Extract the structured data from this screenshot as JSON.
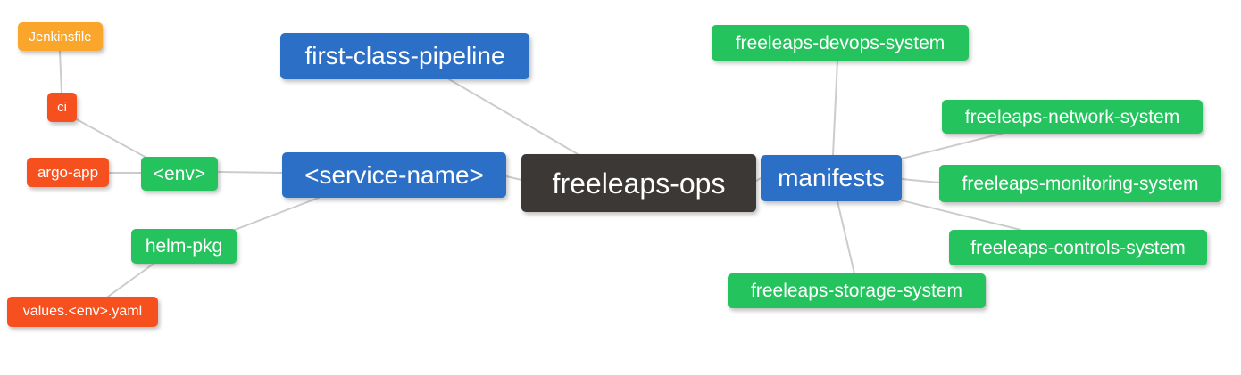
{
  "diagram": {
    "colors": {
      "orange": "#F9A62B",
      "red": "#F6501F",
      "green": "#24C35D",
      "blue": "#2B6FC6",
      "dark": "#3C3836",
      "text": "#ffffff",
      "edge": "#cccccc",
      "background": "#ffffff"
    },
    "nodes": {
      "jenkinsfile": {
        "label": "Jenkinsfile"
      },
      "ci": {
        "label": "ci"
      },
      "argo_app": {
        "label": "argo-app"
      },
      "env": {
        "label": "<env>"
      },
      "first_class_pipeline": {
        "label": "first-class-pipeline"
      },
      "service_name": {
        "label": "<service-name>"
      },
      "freeleaps_ops": {
        "label": "freeleaps-ops"
      },
      "manifests": {
        "label": "manifests"
      },
      "devops_system": {
        "label": "freeleaps-devops-system"
      },
      "network_system": {
        "label": "freeleaps-network-system"
      },
      "monitoring_system": {
        "label": "freeleaps-monitoring-system"
      },
      "controls_system": {
        "label": "freeleaps-controls-system"
      },
      "storage_system": {
        "label": "freeleaps-storage-system"
      },
      "helm_pkg": {
        "label": "helm-pkg"
      },
      "values_env_yaml": {
        "label": "values.<env>.yaml"
      }
    },
    "edges": [
      {
        "from": "Jenkinsfile",
        "to": "ci"
      },
      {
        "from": "ci",
        "to": "<env>"
      },
      {
        "from": "argo-app",
        "to": "<env>"
      },
      {
        "from": "<env>",
        "to": "<service-name>"
      },
      {
        "from": "<service-name>",
        "to": "helm-pkg"
      },
      {
        "from": "helm-pkg",
        "to": "values.<env>.yaml"
      },
      {
        "from": "first-class-pipeline",
        "to": "freeleaps-ops"
      },
      {
        "from": "<service-name>",
        "to": "freeleaps-ops"
      },
      {
        "from": "freeleaps-ops",
        "to": "manifests"
      },
      {
        "from": "manifests",
        "to": "freeleaps-devops-system"
      },
      {
        "from": "manifests",
        "to": "freeleaps-network-system"
      },
      {
        "from": "manifests",
        "to": "freeleaps-monitoring-system"
      },
      {
        "from": "manifests",
        "to": "freeleaps-controls-system"
      },
      {
        "from": "manifests",
        "to": "freeleaps-storage-system"
      }
    ]
  }
}
